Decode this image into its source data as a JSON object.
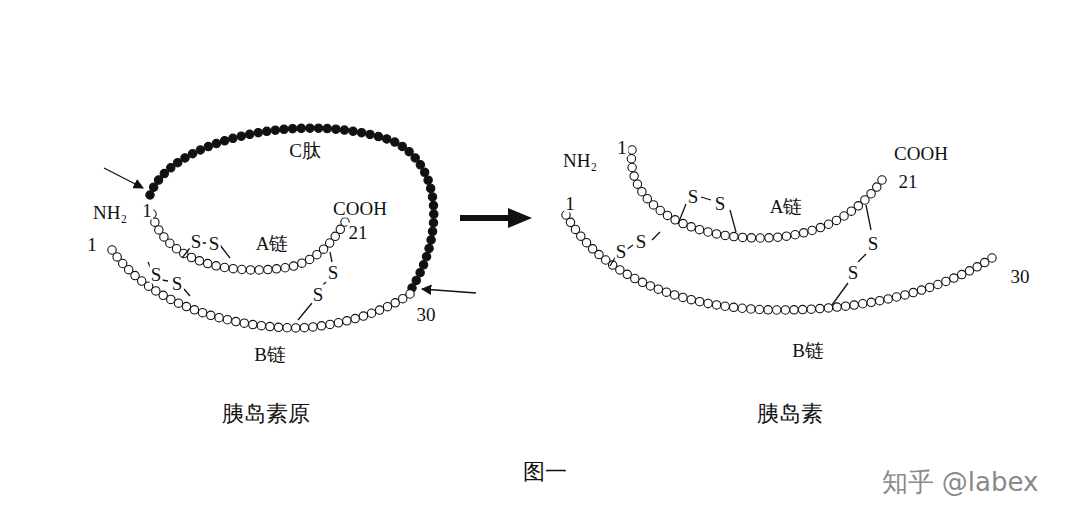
{
  "diagram": {
    "caption": "图一",
    "labels": [
      "C肽",
      "NH₂",
      "1",
      "1",
      "S",
      "S",
      "A链",
      "COOH",
      "21",
      "S",
      "S",
      "S",
      "S",
      "30",
      "B链",
      "胰岛素原",
      "NH₂",
      "1",
      "1",
      "S",
      "S",
      "A链",
      "COOH",
      "21",
      "S",
      "S",
      "S",
      "S",
      "30",
      "B链",
      "胰岛素",
      "知乎 @labex"
    ]
  }
}
